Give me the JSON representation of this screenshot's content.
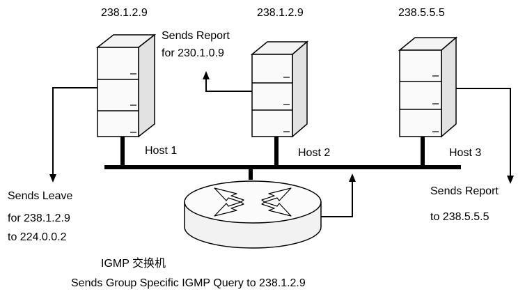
{
  "hosts": [
    {
      "ip": "238.1.2.9",
      "name": "Host 1"
    },
    {
      "ip": "238.1.2.9",
      "name": "Host 2"
    },
    {
      "ip": "238.5.5.5",
      "name": "Host 3"
    }
  ],
  "messages": {
    "host1_leave": [
      "Sends Leave",
      "for 238.1.2.9",
      "to 224.0.0.2"
    ],
    "host2_report": [
      "Sends Report",
      "for 230.1.0.9"
    ],
    "host3_report": [
      "Sends Report",
      "to 238.5.5.5"
    ]
  },
  "switch": {
    "label": "IGMP 交换机",
    "query": "Sends Group Specific IGMP Query to  238.1.2.9"
  }
}
